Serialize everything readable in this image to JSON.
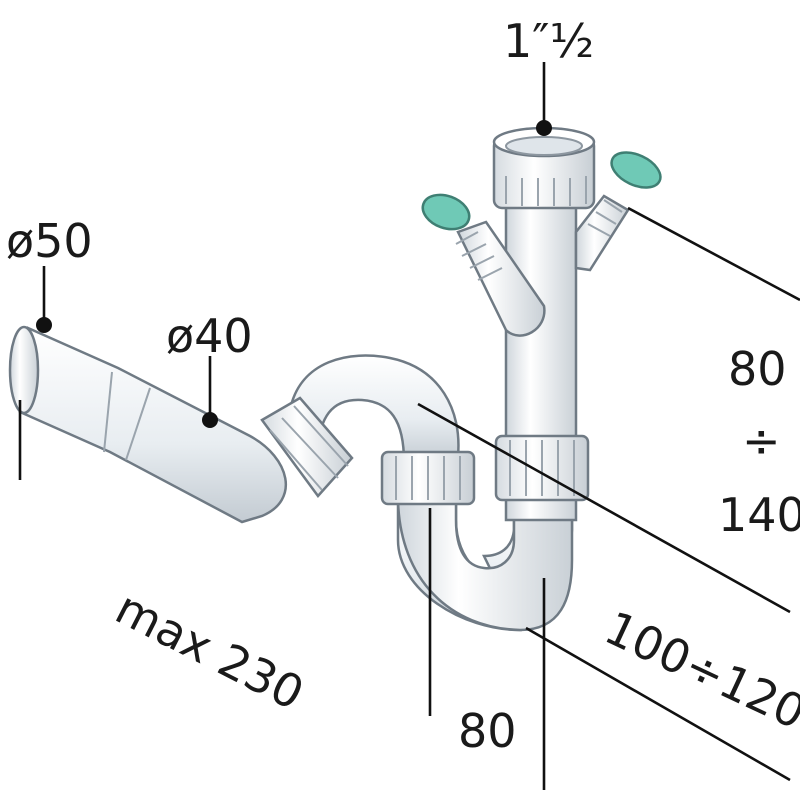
{
  "labels": {
    "top_thread": "1″½",
    "outlet_diameter": "ø50",
    "pipe_diameter": "ø40",
    "max_length": "max 230",
    "height_range_top": "80",
    "height_range_div": "÷",
    "height_range_bottom": "140",
    "depth_range": "100÷120",
    "trap_depth": "80"
  },
  "colors": {
    "pipe": "#e9eef2",
    "outline": "#6f7a84",
    "caps": "#6fc9b6",
    "dimension_lines": "#111111"
  }
}
